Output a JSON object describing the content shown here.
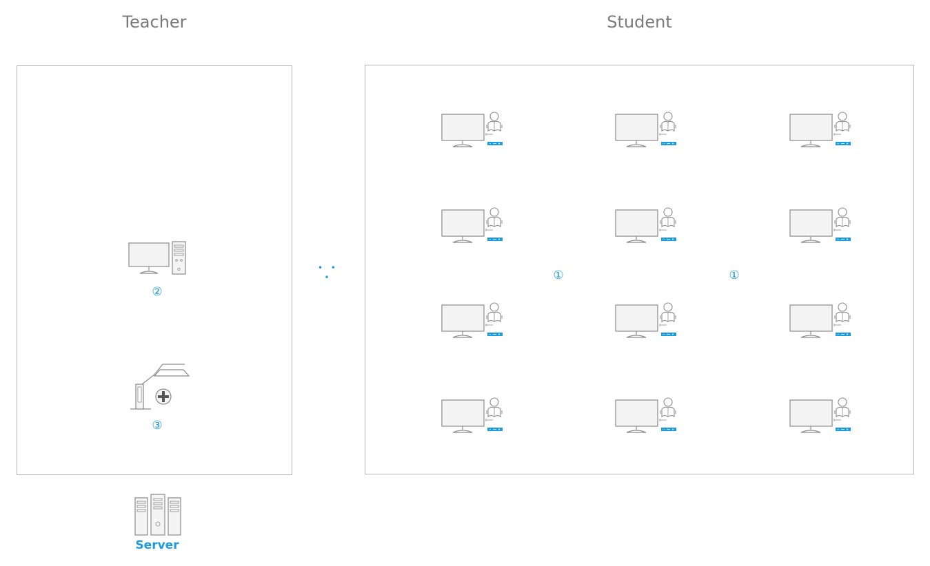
{
  "teacher": {
    "title": "Teacher",
    "computer_marker": "②",
    "visualizer_marker": "③"
  },
  "student": {
    "title": "Student",
    "markers": [
      "①",
      "①"
    ],
    "workstation_icon": "student-workstation-icon",
    "workstation_count": 12
  },
  "connector": "• • •",
  "server": {
    "label": "Server",
    "icon": "server-rack-icon"
  },
  "colors": {
    "accent": "#1a9ae0",
    "line": "#8a8a8a",
    "border": "#b3b3b3"
  }
}
